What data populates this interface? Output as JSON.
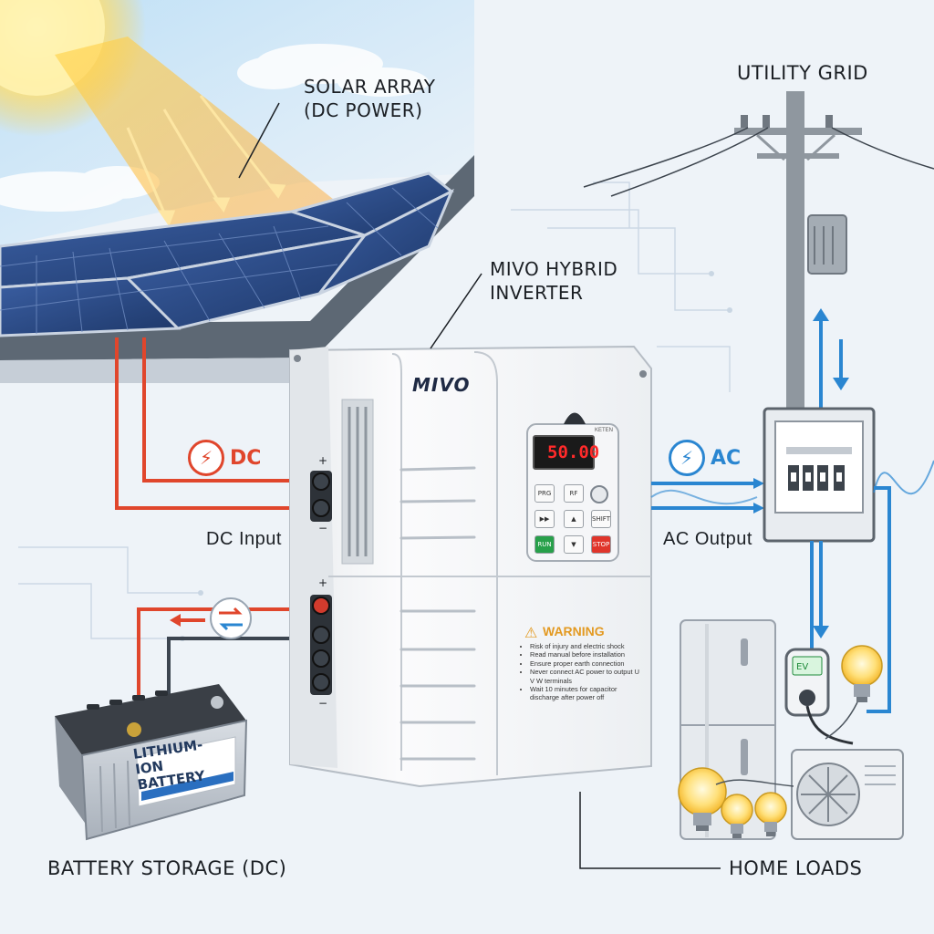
{
  "labels": {
    "solar_array": [
      "SOLAR ARRAY",
      "(DC POWER)"
    ],
    "inverter": [
      "MIVO HYBRID",
      "INVERTER"
    ],
    "utility_grid": "UTILITY GRID",
    "dc_input": "DC Input",
    "ac_output": "AC Output",
    "battery_storage": "BATTERY STORAGE (DC)",
    "home_loads": "HOME LOADS"
  },
  "flow_tags": {
    "dc": "DC",
    "ac": "AC"
  },
  "inverter": {
    "brand": "MIVO",
    "display_readout": "50.00",
    "display_brand": "KETEN",
    "keys": [
      "PRG",
      "RF",
      "",
      "▶▶",
      "▲",
      "SHIFT",
      "RUN",
      "▼",
      "STOP"
    ],
    "terminal_signs": [
      "+",
      "−",
      "+",
      "−"
    ]
  },
  "warning": {
    "title": "WARNING",
    "lines": [
      "Risk of injury and electric shock",
      "Read manual before installation",
      "Ensure proper earth connection",
      "Never connect AC power to output U V W terminals",
      "Wait 10 minutes for capacitor discharge after power off"
    ]
  },
  "battery": {
    "label": [
      "LITHIUM-ION",
      "BATTERY"
    ]
  },
  "ev_charger": {
    "label": "EV"
  },
  "colors": {
    "dc_wire": "#e0462c",
    "ac_wire": "#2a86d1",
    "sky": "#cfe6f7",
    "panel": "#25427a"
  }
}
